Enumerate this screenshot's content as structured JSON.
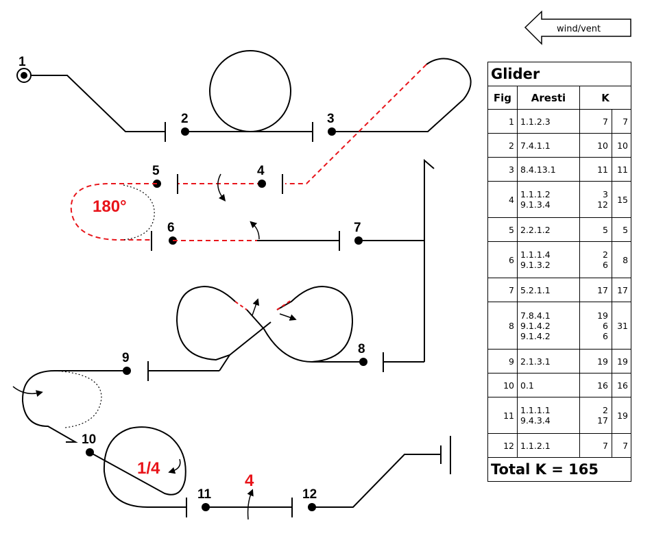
{
  "wind_label": "wind/vent",
  "figure_numbers": [
    "1",
    "2",
    "3",
    "4",
    "5",
    "6",
    "7",
    "8",
    "9",
    "10",
    "11",
    "12"
  ],
  "annotations": {
    "turn_180": "180°",
    "quarter_roll": "1/4",
    "point_roll": "4"
  },
  "colors": {
    "line": "#000000",
    "accent": "#e8141a"
  },
  "table": {
    "title": "Glider",
    "headers": {
      "fig": "Fig",
      "aresti": "Aresti",
      "k": "K"
    },
    "rows": [
      {
        "fig": "1",
        "aresti": [
          "1.1.2.3"
        ],
        "k": [
          "7"
        ],
        "total": "7"
      },
      {
        "fig": "2",
        "aresti": [
          "7.4.1.1"
        ],
        "k": [
          "10"
        ],
        "total": "10"
      },
      {
        "fig": "3",
        "aresti": [
          "8.4.13.1"
        ],
        "k": [
          "11"
        ],
        "total": "11"
      },
      {
        "fig": "4",
        "aresti": [
          "1.1.1.2",
          "9.1.3.4"
        ],
        "k": [
          "3",
          "12"
        ],
        "total": "15"
      },
      {
        "fig": "5",
        "aresti": [
          "2.2.1.2"
        ],
        "k": [
          "5"
        ],
        "total": "5"
      },
      {
        "fig": "6",
        "aresti": [
          "1.1.1.4",
          "9.1.3.2"
        ],
        "k": [
          "2",
          "6"
        ],
        "total": "8"
      },
      {
        "fig": "7",
        "aresti": [
          "5.2.1.1"
        ],
        "k": [
          "17"
        ],
        "total": "17"
      },
      {
        "fig": "8",
        "aresti": [
          "7.8.4.1",
          "9.1.4.2",
          "9.1.4.2"
        ],
        "k": [
          "19",
          "6",
          "6"
        ],
        "total": "31"
      },
      {
        "fig": "9",
        "aresti": [
          "2.1.3.1"
        ],
        "k": [
          "19"
        ],
        "total": "19"
      },
      {
        "fig": "10",
        "aresti": [
          "0.1"
        ],
        "k": [
          "16"
        ],
        "total": "16"
      },
      {
        "fig": "11",
        "aresti": [
          "1.1.1.1",
          "9.4.3.4"
        ],
        "k": [
          "2",
          "17"
        ],
        "total": "19"
      },
      {
        "fig": "12",
        "aresti": [
          "1.1.2.1"
        ],
        "k": [
          "7"
        ],
        "total": "7"
      }
    ],
    "total_label": "Total K = 165"
  }
}
